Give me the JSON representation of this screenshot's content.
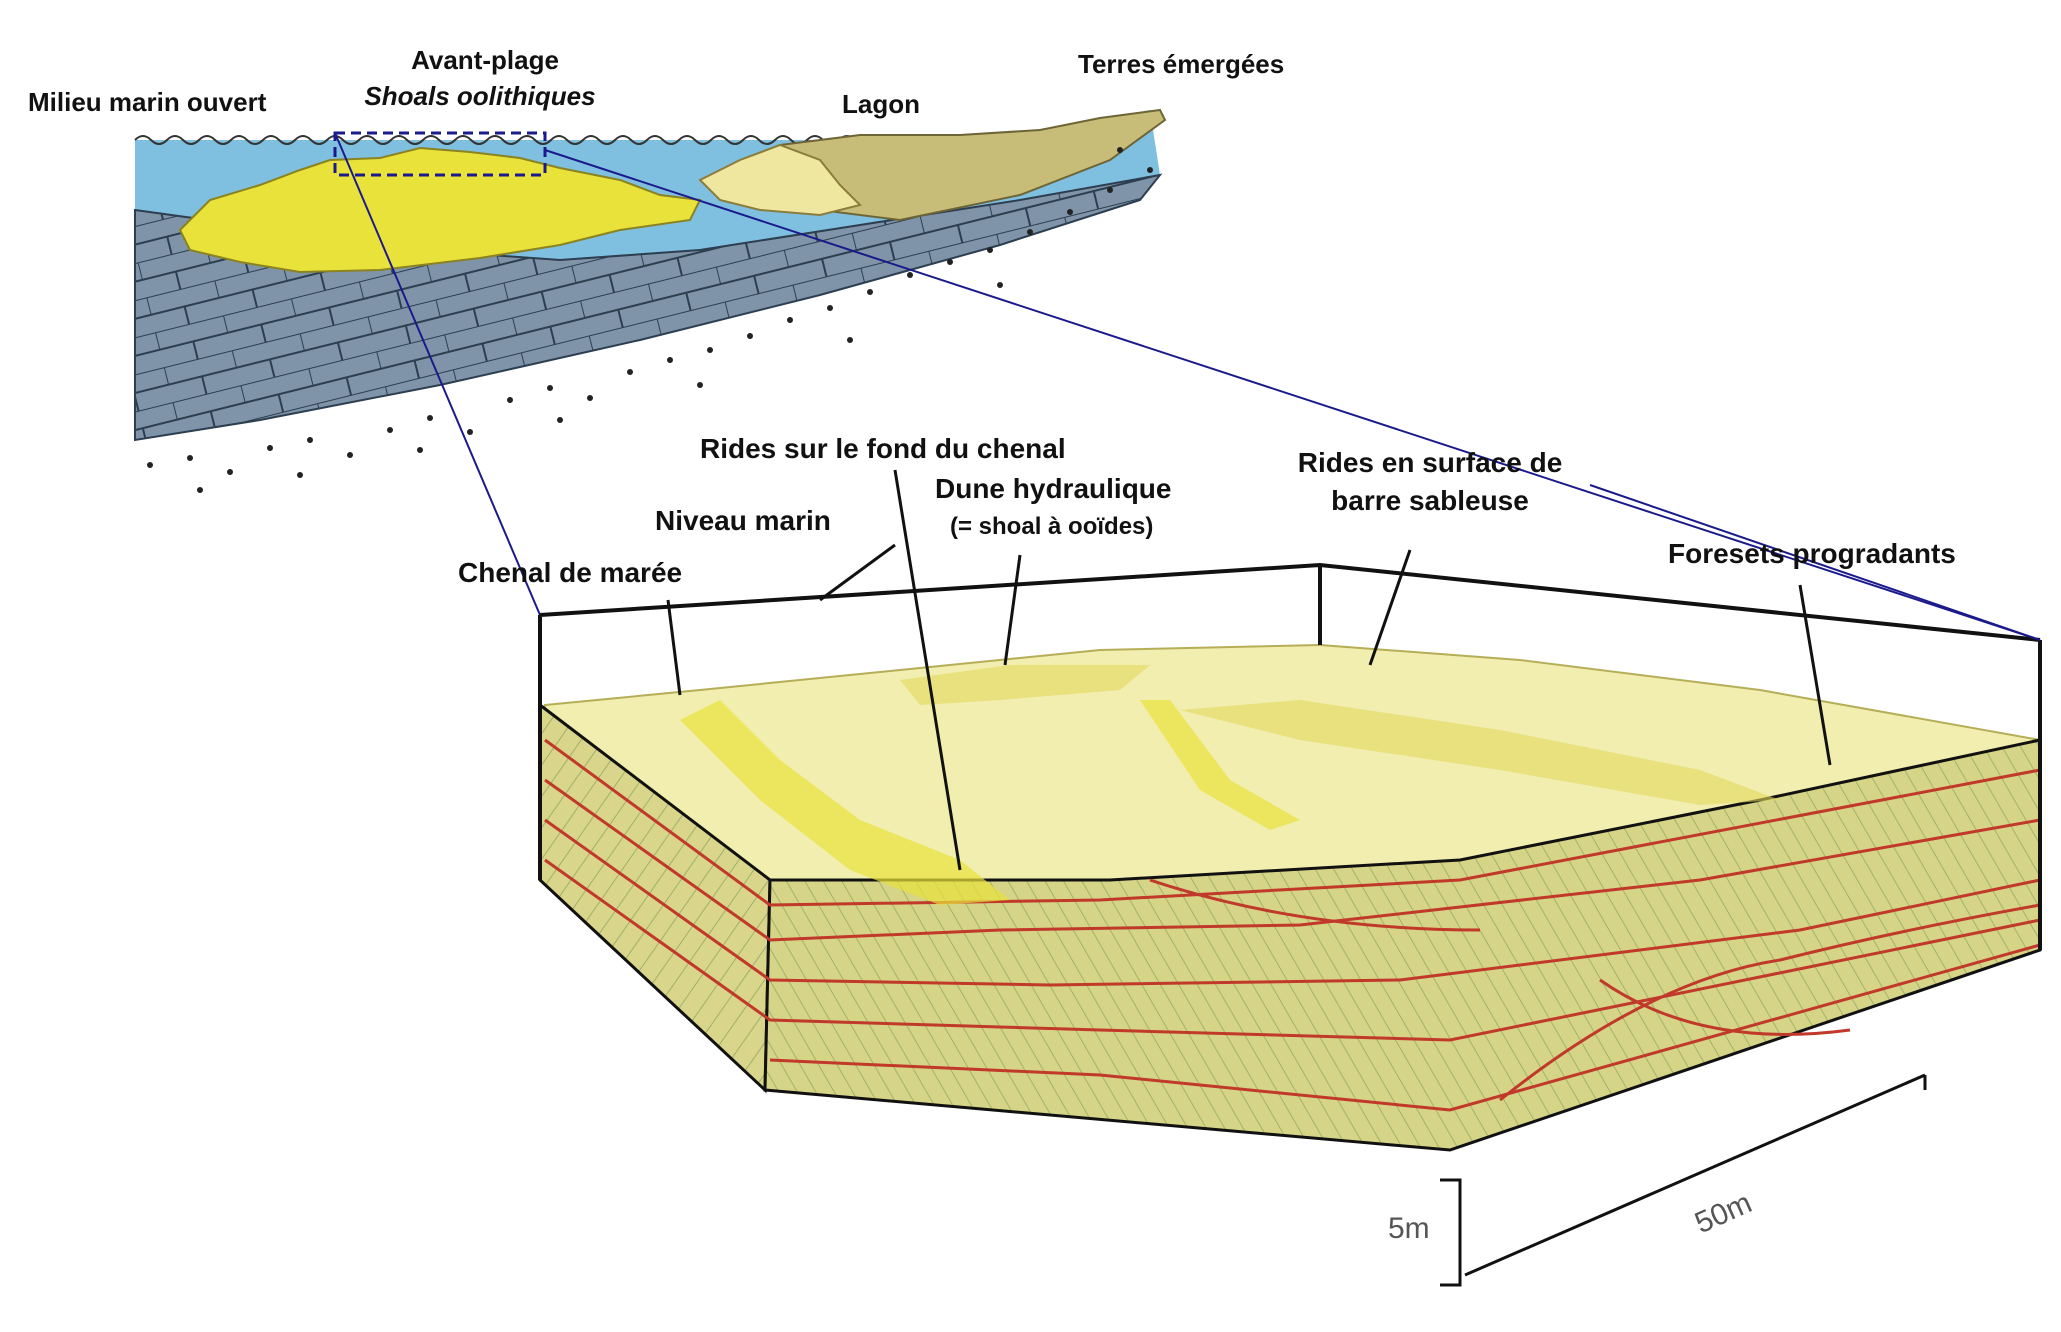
{
  "overview": {
    "open_marine": "Milieu marin ouvert",
    "foreshore": "Avant-plage",
    "oolitic_shoals": "Shoals oolithiques",
    "lagoon": "Lagon",
    "emerged_land": "Terres émergées"
  },
  "block": {
    "tidal_channel": "Chenal de marée",
    "sea_level": "Niveau marin",
    "channel_ripples": "Rides sur le fond du chenal",
    "hydraulic_dune": "Dune hydraulique",
    "hydraulic_dune_note": "(= shoal à ooïdes)",
    "sandbar_ripples_line1": "Rides en surface de",
    "sandbar_ripples_line2": "barre sableuse",
    "prograding_foresets": "Foresets progradants"
  },
  "scale": {
    "vertical": "5m",
    "horizontal": "50m"
  },
  "colors": {
    "sea": "#7fbfdf",
    "oolite_sand": "#e8e23a",
    "lagoon_sand": "#efe6a0",
    "emerged_land": "#c8bd78",
    "shale": "#7f94a8",
    "block_fill": "#d9d58a",
    "cross_beds": "#c0392b",
    "leader_blue": "#1a1a8c"
  }
}
